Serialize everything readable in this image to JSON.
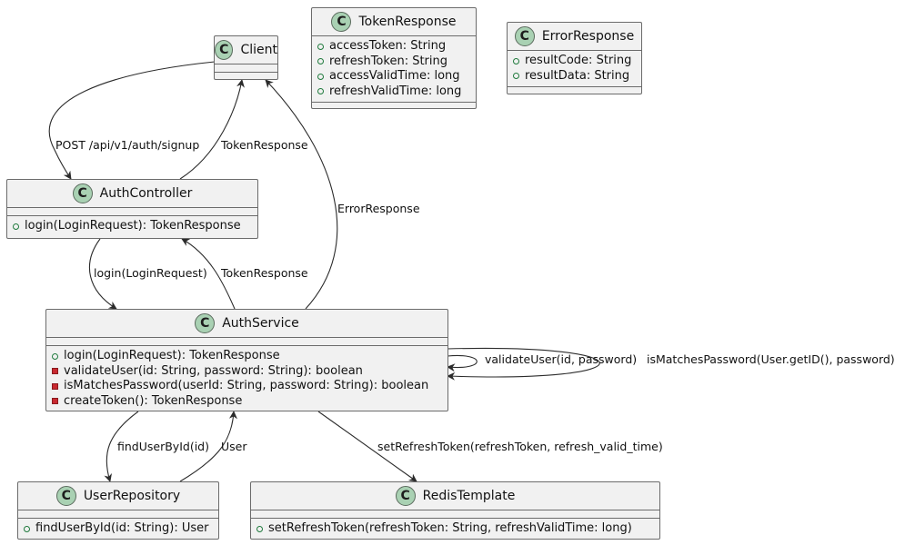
{
  "classes": {
    "client": {
      "glyph": "C",
      "name": "Client",
      "members": []
    },
    "token_response": {
      "glyph": "C",
      "name": "TokenResponse",
      "members": [
        {
          "visibility": "public",
          "text": "accessToken: String"
        },
        {
          "visibility": "public",
          "text": "refreshToken: String"
        },
        {
          "visibility": "public",
          "text": "accessValidTime: long"
        },
        {
          "visibility": "public",
          "text": "refreshValidTime: long"
        }
      ]
    },
    "error_response": {
      "glyph": "C",
      "name": "ErrorResponse",
      "members": [
        {
          "visibility": "public",
          "text": "resultCode: String"
        },
        {
          "visibility": "public",
          "text": "resultData: String"
        }
      ]
    },
    "auth_controller": {
      "glyph": "C",
      "name": "AuthController",
      "members": [
        {
          "visibility": "public",
          "text": "login(LoginRequest): TokenResponse"
        }
      ]
    },
    "auth_service": {
      "glyph": "C",
      "name": "AuthService",
      "members": [
        {
          "visibility": "public",
          "text": "login(LoginRequest): TokenResponse"
        },
        {
          "visibility": "private",
          "text": "validateUser(id: String, password: String): boolean"
        },
        {
          "visibility": "private",
          "text": "isMatchesPassword(userId: String, password: String): boolean"
        },
        {
          "visibility": "private",
          "text": "createToken(): TokenResponse"
        }
      ]
    },
    "user_repository": {
      "glyph": "C",
      "name": "UserRepository",
      "members": [
        {
          "visibility": "public",
          "text": "findUserById(id: String): User"
        }
      ]
    },
    "redis_template": {
      "glyph": "C",
      "name": "RedisTemplate",
      "members": [
        {
          "visibility": "public",
          "text": "setRefreshToken(refreshToken: String, refreshValidTime: long)"
        }
      ]
    }
  },
  "edges": {
    "client_to_controller": "POST /api/v1/auth/signup",
    "controller_to_client": "TokenResponse",
    "service_to_client": "ErrorResponse",
    "controller_to_service": "login(LoginRequest)",
    "service_to_controller": "TokenResponse",
    "self_validate": "validateUser(id, password)",
    "self_matches": "isMatchesPassword(User.getID(), password)",
    "service_to_repository": "findUserById(id)",
    "repository_to_service": "User",
    "service_to_redis": "setRefreshToken(refreshToken, refresh_valid_time)"
  }
}
